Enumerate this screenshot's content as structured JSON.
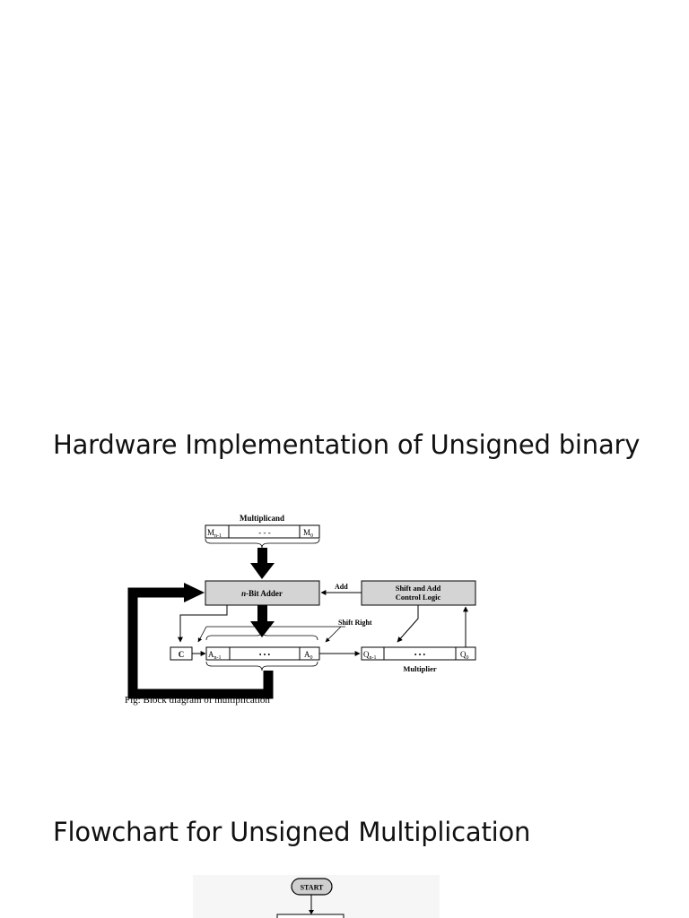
{
  "sections": {
    "hardware_title": "Hardware Implementation of Unsigned binary",
    "flowchart_title": "Flowchart for Unsigned Multiplication"
  },
  "block_diagram": {
    "multiplicand_label": "Multiplicand",
    "m_high": "M",
    "m_high_sub": "n-1",
    "m_dots": "- - -",
    "m_low": "M",
    "m_low_sub": "0",
    "adder_prefix": "n",
    "adder_rest": "-Bit Adder",
    "add_label": "Add",
    "control_line1": "Shift and Add",
    "control_line2": "Control Logic",
    "shift_right_label": "Shift Right",
    "carry_label": "C",
    "a_high": "A",
    "a_high_sub": "n-1",
    "a_dots": "• • •",
    "a_low": "A",
    "a_low_sub": "0",
    "q_high": "Q",
    "q_high_sub": "n-1",
    "q_dots": "• • •",
    "q_low": "Q",
    "q_low_sub": "0",
    "multiplier_label": "Multiplier",
    "caption": "Fig: Block diagram of multiplication"
  },
  "flowchart": {
    "start_label": "START"
  }
}
